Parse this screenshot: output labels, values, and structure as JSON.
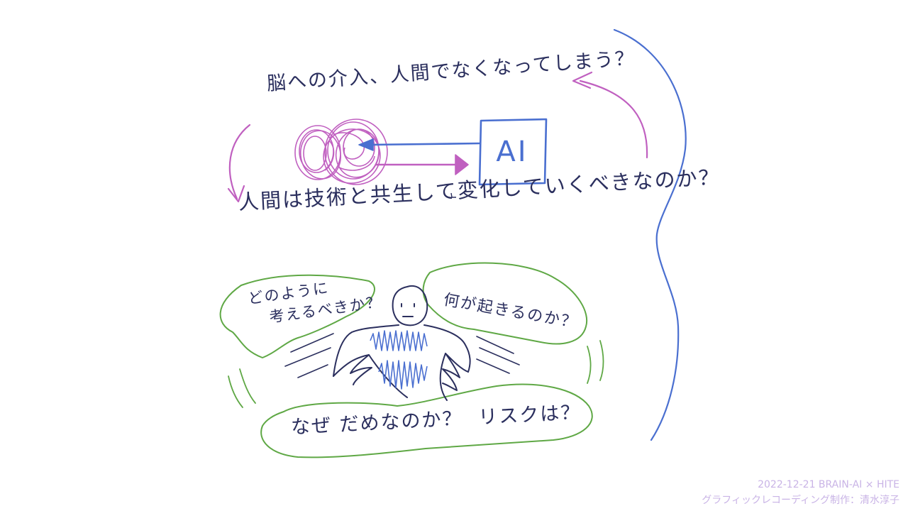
{
  "texts": {
    "brain_intervention": "脳への介入、人間でなくなってしまう？",
    "coexist": "人間は技術と共生して変化していくべきなのか？",
    "how_think_line1": "どのように",
    "how_think_line2": "考えるべきか？",
    "what_happens": "何が起きるのか？",
    "why_not": "なぜ だめなのか？",
    "risk": "リスクは？"
  },
  "ai_box": {
    "label": "AI"
  },
  "credit": {
    "line1": "2022-12-21 BRAIN-AI × HITE",
    "line2": "グラフィックレコーディング制作：清水淳子"
  },
  "colors": {
    "ink": "#2b2f5e",
    "magenta": "#c060c0",
    "blue": "#4a6fd0",
    "green": "#5fa845",
    "credit": "#c9b4e6"
  }
}
